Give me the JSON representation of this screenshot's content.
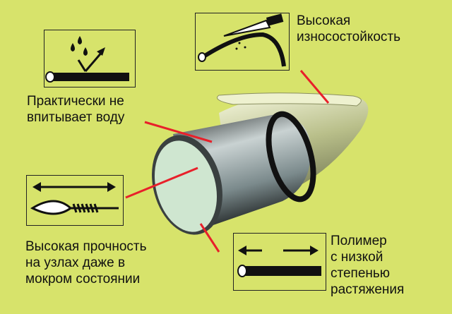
{
  "labels": {
    "water": [
      "Практически не",
      "впитывает воду"
    ],
    "wear": [
      "Высокая",
      "износостойкость"
    ],
    "knot": [
      "Высокая прочность",
      "на узлах даже в",
      "мокром состоянии"
    ],
    "stretch": [
      "Полимер",
      "с низкой",
      "степенью",
      "растяжения"
    ]
  },
  "colors": {
    "background": "#d7e36b",
    "pointer": "#e8202a"
  }
}
